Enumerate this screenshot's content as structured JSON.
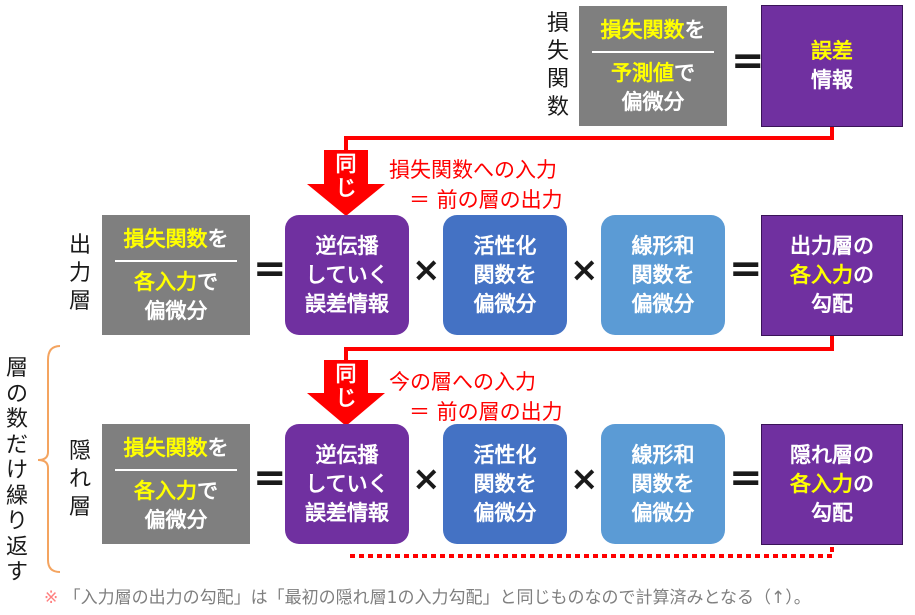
{
  "top_row": {
    "label": "損失関数",
    "gray_box": {
      "line1_hl": "損失関数",
      "line1_rest": "を",
      "line2_hl": "予測値",
      "line2_rest": "で",
      "line3": "偏微分"
    },
    "equals": "=",
    "result_box": {
      "line1_hl": "誤差",
      "line2": "情報"
    }
  },
  "transition_1": {
    "badge": "同じ",
    "note_line1": "損失関数への入力",
    "note_line2": "＝ 前の層の出力"
  },
  "output_row": {
    "label": "出力層",
    "gray_box": {
      "line1_hl": "損失関数",
      "line1_rest": "を",
      "line2_hl": "各入力",
      "line2_rest": "で",
      "line3": "偏微分"
    },
    "equals": "=",
    "backprop_box": {
      "line1": "逆伝播",
      "line2": "していく",
      "line3": "誤差情報"
    },
    "times1": "×",
    "activation_box": {
      "line1": "活性化",
      "line2": "関数を",
      "line3": "偏微分"
    },
    "times2": "×",
    "linear_box": {
      "line1": "線形和",
      "line2": "関数を",
      "line3": "偏微分"
    },
    "equals2": "=",
    "result_box": {
      "line1": "出力層の",
      "line2_hl": "各入力",
      "line2_rest": "の",
      "line3": "勾配"
    }
  },
  "transition_2": {
    "badge": "同じ",
    "note_line1": "今の層への入力",
    "note_line2": "＝ 前の層の出力"
  },
  "repeat_label": "層の数だけ繰り返す",
  "hidden_row": {
    "label": "隠れ層",
    "gray_box": {
      "line1_hl": "損失関数",
      "line1_rest": "を",
      "line2_hl": "各入力",
      "line2_rest": "で",
      "line3": "偏微分"
    },
    "equals": "=",
    "backprop_box": {
      "line1": "逆伝播",
      "line2": "していく",
      "line3": "誤差情報"
    },
    "times1": "×",
    "activation_box": {
      "line1": "活性化",
      "line2": "関数を",
      "line3": "偏微分"
    },
    "times2": "×",
    "linear_box": {
      "line1": "線形和",
      "line2": "関数を",
      "line3": "偏微分"
    },
    "equals2": "=",
    "result_box": {
      "line1": "隠れ層の",
      "line2_hl": "各入力",
      "line2_rest": "の",
      "line3": "勾配"
    }
  },
  "footnote": {
    "mark": "※",
    "text": "「入力層の出力の勾配」は「最初の隠れ層1の入力勾配」と同じものなので計算済みとなる（↑）。"
  },
  "colors": {
    "gray": "#7f7f7f",
    "purple": "#7030a0",
    "blue": "#4472c4",
    "light_blue": "#5b9bd5",
    "highlight": "#ffff00",
    "red": "#ff0000",
    "orange": "#f4a460"
  }
}
